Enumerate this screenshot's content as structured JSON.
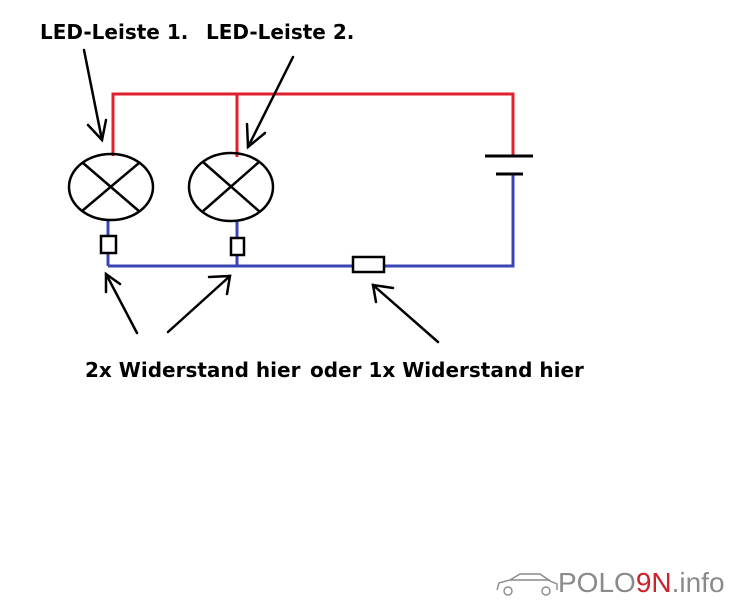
{
  "labels": {
    "led_strip_1": "LED-Leiste 1.",
    "led_strip_2": "LED-Leiste 2.",
    "two_resistors": "2x Widerstand hier",
    "one_resistor": "oder 1x Widerstand hier"
  },
  "watermark": {
    "name_part_1": "POLO",
    "name_part_2": "9N",
    "name_part_3": ".info"
  },
  "colors": {
    "positive_wire": "#e0202c",
    "negative_wire": "#3a44b5",
    "ink": "#000000",
    "watermark_gray": "#8a8a8a",
    "watermark_accent": "#d0202a"
  }
}
